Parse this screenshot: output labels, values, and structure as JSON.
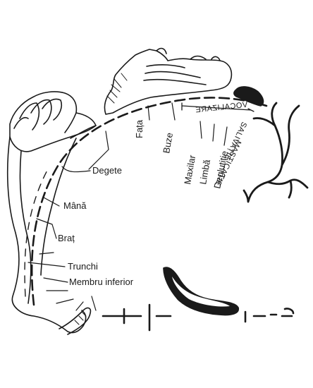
{
  "labels": {
    "degete": "Degete",
    "mana": "Mână",
    "brat": "Braț",
    "trunchi": "Trunchi",
    "membru_inferior": "Membru inferior",
    "fata": "Fața",
    "buze": "Buze",
    "vocalizare": "VOCALIZARE",
    "salivatie": "SALIVAȚIE",
    "masticatie": "MASTICAȚIE",
    "maxilar": "Maxilar",
    "limba": "Limbă",
    "deglutitie": "Deglutiție"
  },
  "colors": {
    "ink": "#1a1a1a",
    "paper": "#ffffff"
  }
}
